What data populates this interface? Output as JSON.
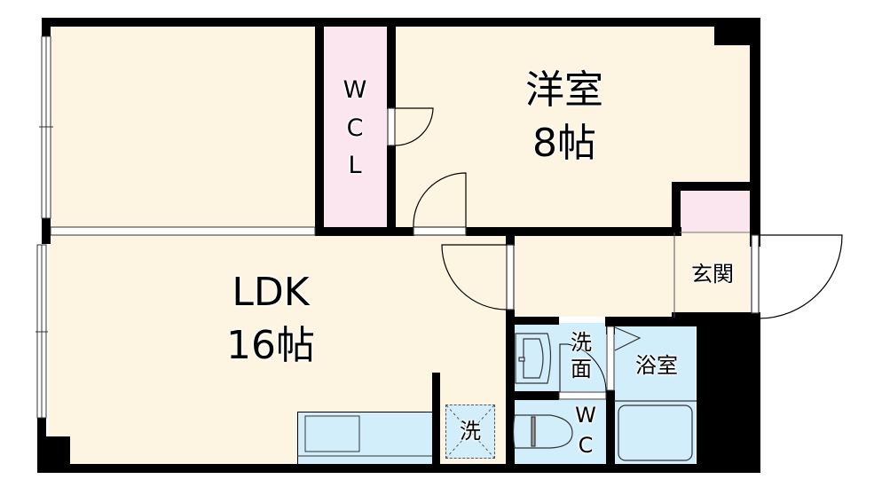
{
  "floorplan": {
    "rooms": {
      "western_room": {
        "name": "洋室",
        "size": "8帖"
      },
      "ldk": {
        "name": "LDK",
        "size": "16帖"
      },
      "walk_in_closet": {
        "line1": "W",
        "line2": "C",
        "line3": "L"
      },
      "entrance": {
        "name": "玄関"
      },
      "washroom": {
        "line1": "洗",
        "line2": "面"
      },
      "bathroom": {
        "name": "浴室"
      },
      "toilet": {
        "line1": "W",
        "line2": "C"
      },
      "laundry_space": {
        "name": "洗"
      }
    },
    "colors": {
      "living_fill": "#fdf5e2",
      "storage_fill": "#fbe6ef",
      "wet_area_fill": "#d3eefb",
      "wall": "#000000"
    }
  }
}
